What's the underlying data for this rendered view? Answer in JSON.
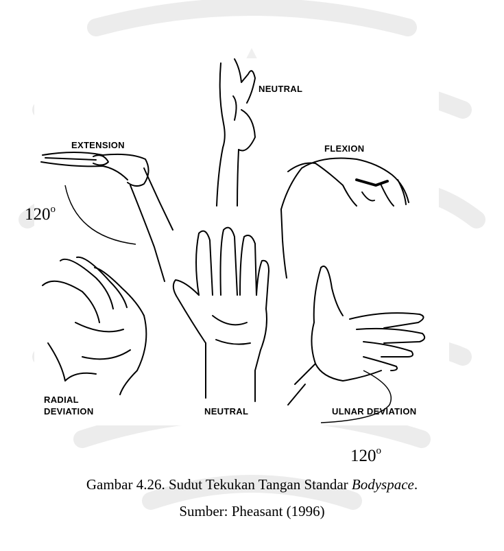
{
  "figure": {
    "labels": {
      "extension": "EXTENSION",
      "neutral_top": "NEUTRAL",
      "flexion": "FLEXION",
      "radial_1": "RADIAL",
      "radial_2": "DEVIATION",
      "neutral_bottom": "NEUTRAL",
      "ulnar": "ULNAR DEVIATION"
    },
    "angles": {
      "extension_value": "120",
      "extension_unit": "o",
      "ulnar_value": "120",
      "ulnar_unit": "o"
    }
  },
  "caption": {
    "prefix": "Gambar 4.26. Sudut Tekukan Tangan Standar ",
    "emphasis": "Bodyspace",
    "suffix": ".",
    "source": "Sumber: Pheasant (1996)"
  },
  "colors": {
    "ink": "#000000",
    "watermark": "#ececec",
    "paper": "#ffffff"
  }
}
